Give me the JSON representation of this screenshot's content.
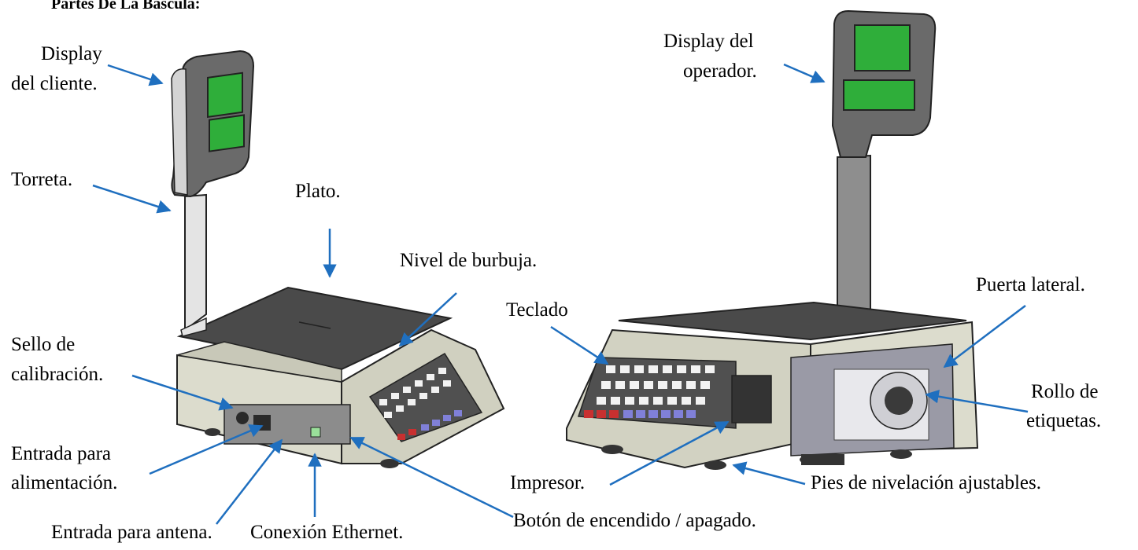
{
  "title": "Partes De La Bascula:",
  "labels": {
    "display_cliente": [
      "Display",
      "del cliente."
    ],
    "torreta": "Torreta.",
    "plato": "Plato.",
    "nivel": "Nivel de burbuja.",
    "sello": [
      "Sello de",
      "calibración."
    ],
    "alimentacion": [
      "Entrada para",
      "alimentación."
    ],
    "antena": "Entrada para antena.",
    "ethernet": "Conexión Ethernet.",
    "boton": "Botón de encendido / apagado.",
    "display_operador": [
      "Display del",
      "operador."
    ],
    "teclado": "Teclado",
    "puerta": "Puerta lateral.",
    "rollo": [
      "Rollo de",
      "etiquetas."
    ],
    "impresor": "Impresor.",
    "pies": "Pies de nivelación ajustables."
  },
  "colors": {
    "arrow": "#1f6fbf",
    "display": "#2fae3a",
    "body": "#dcdccd",
    "dark": "#3c3c3c"
  }
}
